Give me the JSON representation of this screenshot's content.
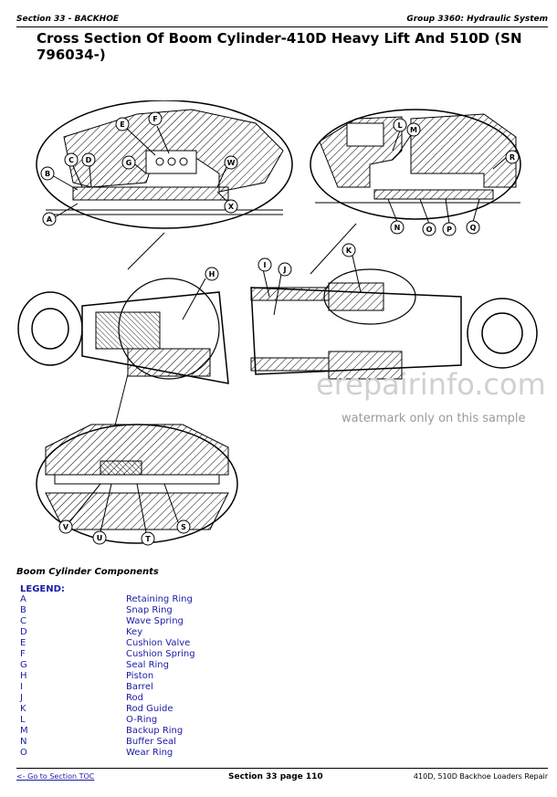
{
  "header": {
    "section": "Section 33 - BACKHOE",
    "group": "Group 3360: Hydraulic System"
  },
  "title": "Cross Section Of Boom Cylinder-410D Heavy Lift And 510D (SN 796034-)",
  "callouts": [
    "A",
    "B",
    "C",
    "D",
    "E",
    "F",
    "G",
    "H",
    "I",
    "J",
    "K",
    "L",
    "M",
    "N",
    "O",
    "P",
    "Q",
    "R",
    "S",
    "T",
    "U",
    "V",
    "W",
    "X"
  ],
  "watermark": {
    "line1": "erepairinfo.com",
    "line2": "watermark only on this sample"
  },
  "components_title": "Boom Cylinder Components",
  "legend_title": "LEGEND:",
  "legend": [
    {
      "key": "A",
      "label": "Retaining Ring"
    },
    {
      "key": "B",
      "label": "Snap Ring"
    },
    {
      "key": "C",
      "label": "Wave Spring"
    },
    {
      "key": "D",
      "label": "Key"
    },
    {
      "key": "E",
      "label": "Cushion Valve"
    },
    {
      "key": "F",
      "label": "Cushion Spring"
    },
    {
      "key": "G",
      "label": "Seal Ring"
    },
    {
      "key": "H",
      "label": "Piston"
    },
    {
      "key": "I",
      "label": "Barrel"
    },
    {
      "key": "J",
      "label": "Rod"
    },
    {
      "key": "K",
      "label": "Rod Guide"
    },
    {
      "key": "L",
      "label": "O-Ring"
    },
    {
      "key": "M",
      "label": "Backup Ring"
    },
    {
      "key": "N",
      "label": "Buffer Seal"
    },
    {
      "key": "O",
      "label": "Wear Ring"
    }
  ],
  "footer": {
    "link": "<- Go to Section TOC",
    "page": "Section 33 page 110",
    "model": "410D, 510D Backhoe Loaders Repair"
  }
}
